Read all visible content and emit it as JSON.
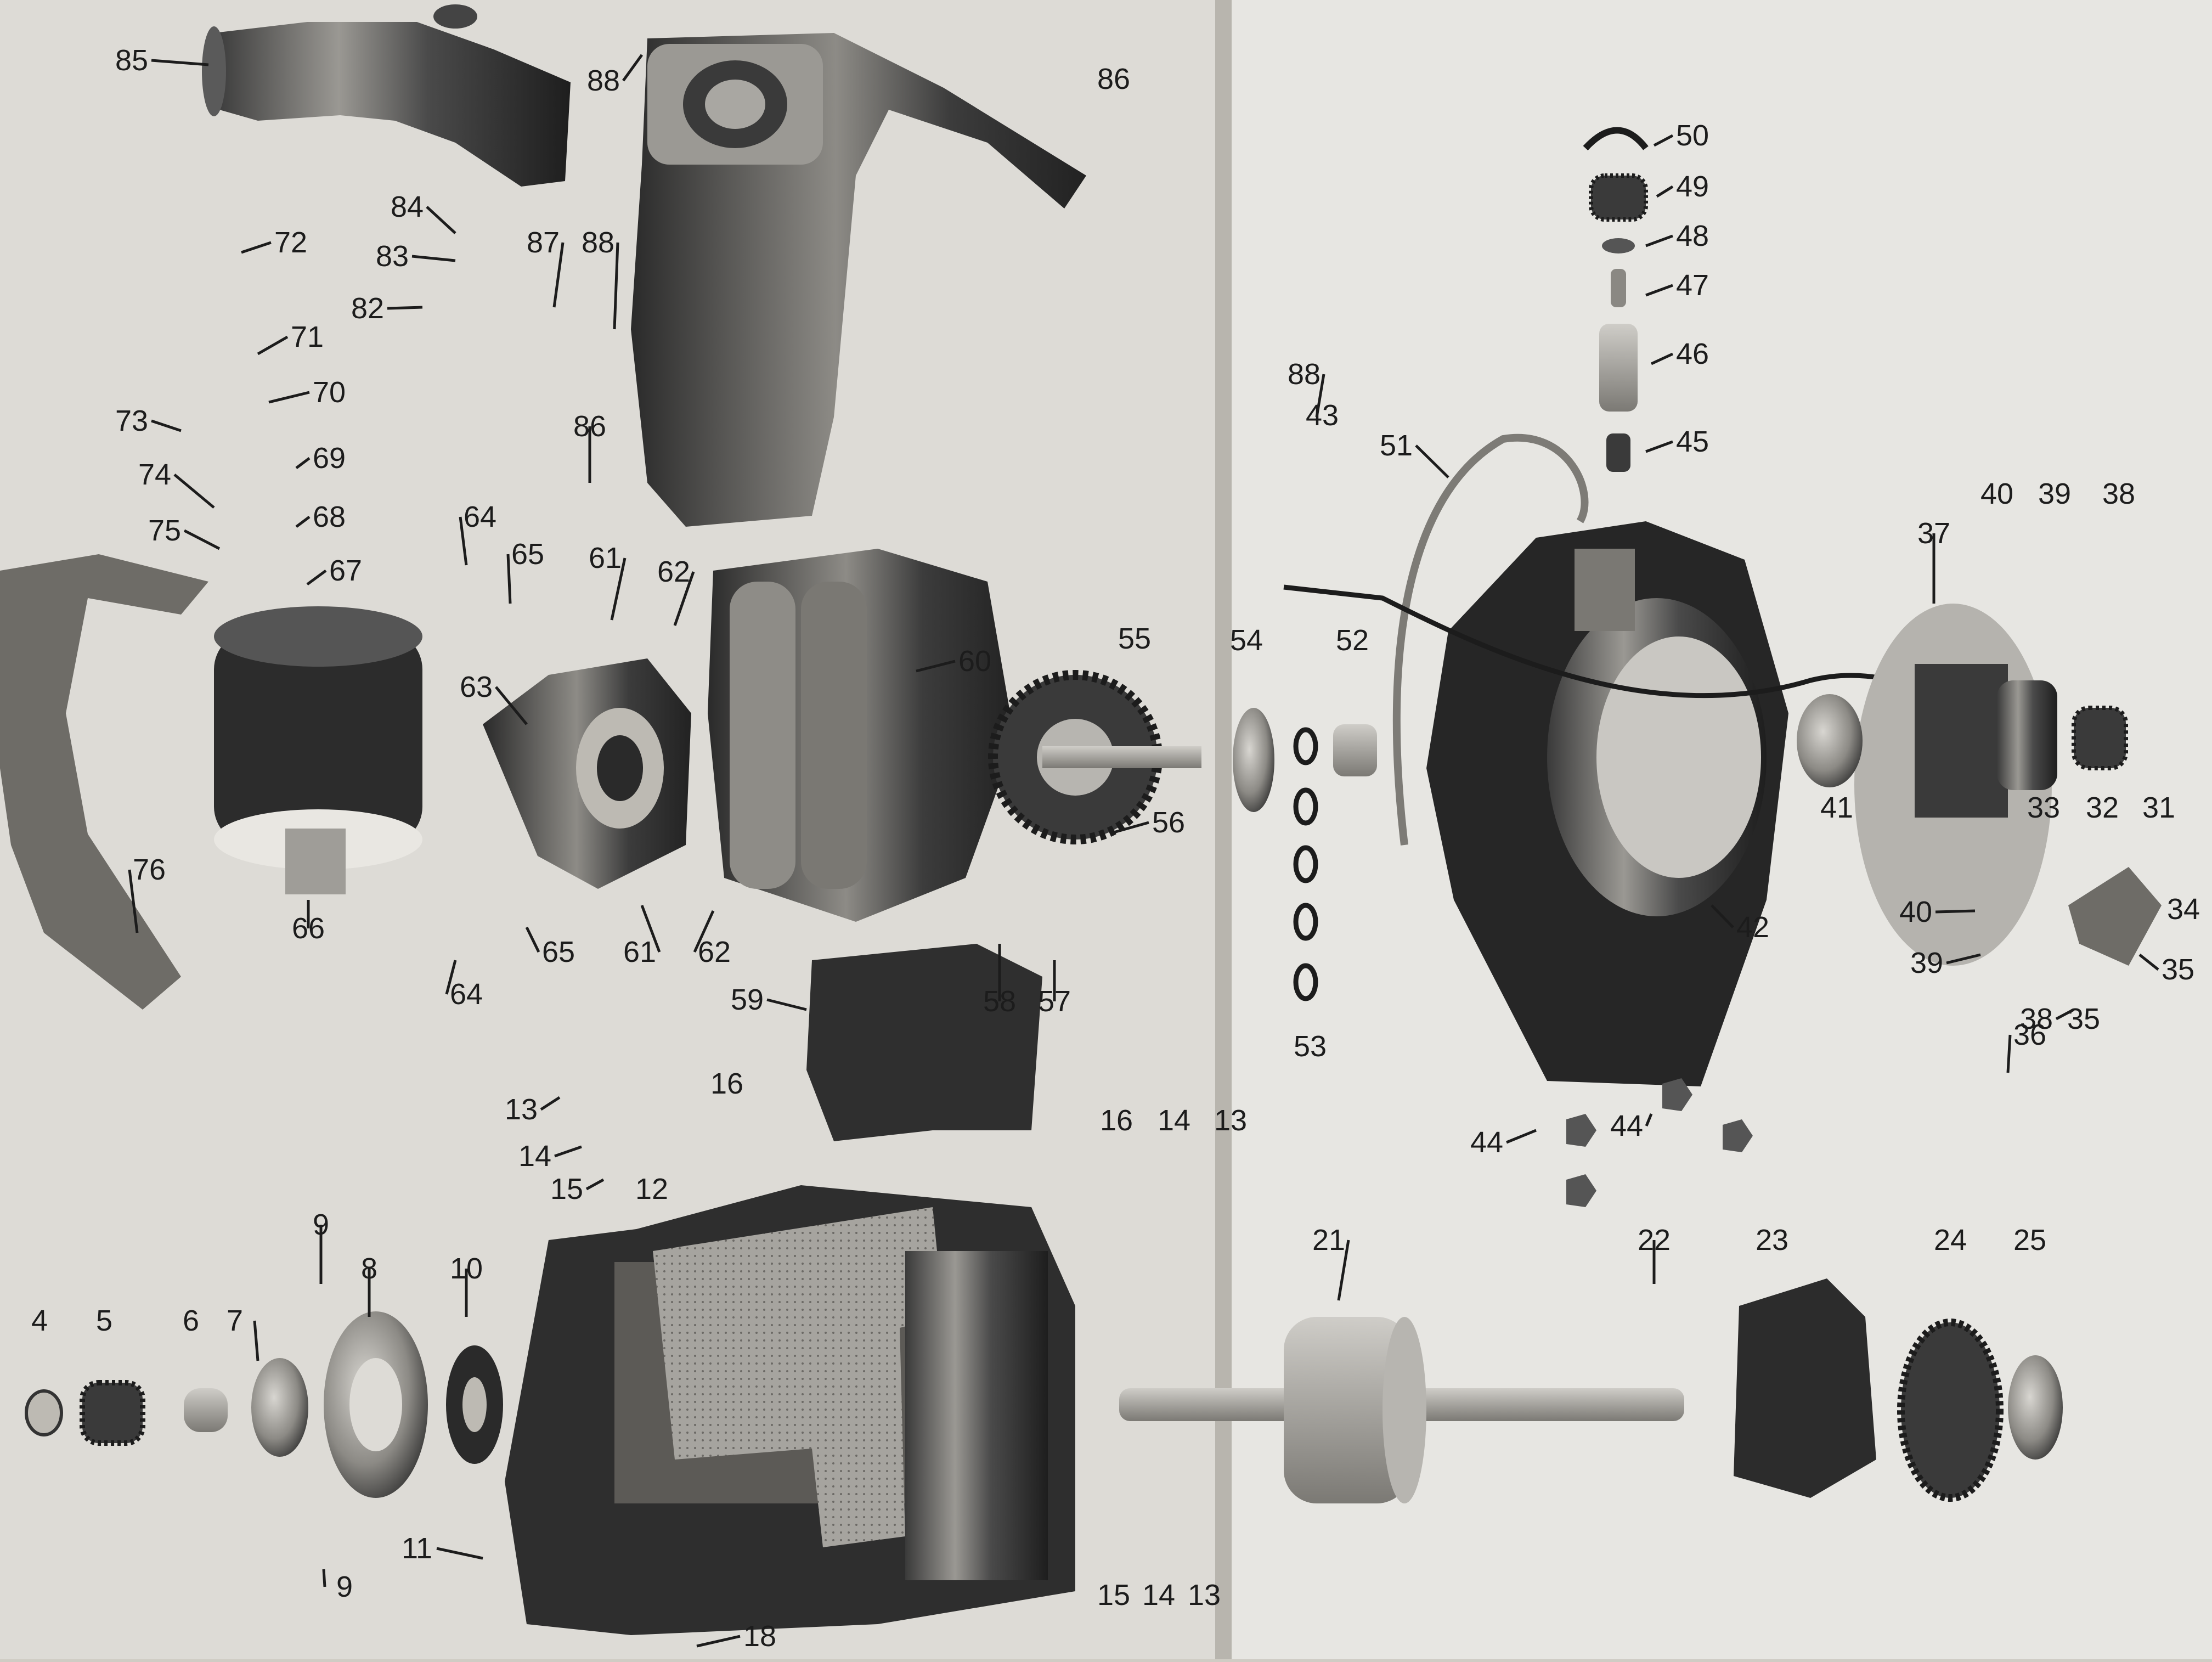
{
  "diagram": {
    "type": "exploded-parts-view",
    "colors": {
      "paper_left": "#dddbd6",
      "paper_right": "#e7e6e2",
      "gutter": "#b8b5ae",
      "ink": "#1c1c1c",
      "part_dark": "#2b2b2b",
      "part_mid": "#6b6b6b",
      "part_light": "#bdbab3"
    },
    "callouts": [
      "85",
      "88",
      "86",
      "84",
      "83",
      "82",
      "72",
      "87",
      "88",
      "71",
      "70",
      "73",
      "69",
      "74",
      "68",
      "75",
      "67",
      "86",
      "64",
      "65",
      "61",
      "62",
      "63",
      "60",
      "55",
      "54",
      "52",
      "56",
      "66",
      "76",
      "65",
      "64",
      "61",
      "62",
      "59",
      "58",
      "57",
      "53",
      "16",
      "13",
      "14",
      "15",
      "12",
      "16",
      "14",
      "13",
      "9",
      "8",
      "10",
      "4",
      "5",
      "6",
      "7",
      "9",
      "11",
      "18",
      "21",
      "22",
      "23",
      "24",
      "25",
      "15",
      "14",
      "13",
      "50",
      "49",
      "48",
      "47",
      "46",
      "45",
      "51",
      "40",
      "39",
      "38",
      "37",
      "42",
      "41",
      "33",
      "32",
      "31",
      "40",
      "39",
      "38",
      "35",
      "34",
      "35",
      "36",
      "44",
      "44",
      "43",
      "88",
      "87"
    ]
  }
}
